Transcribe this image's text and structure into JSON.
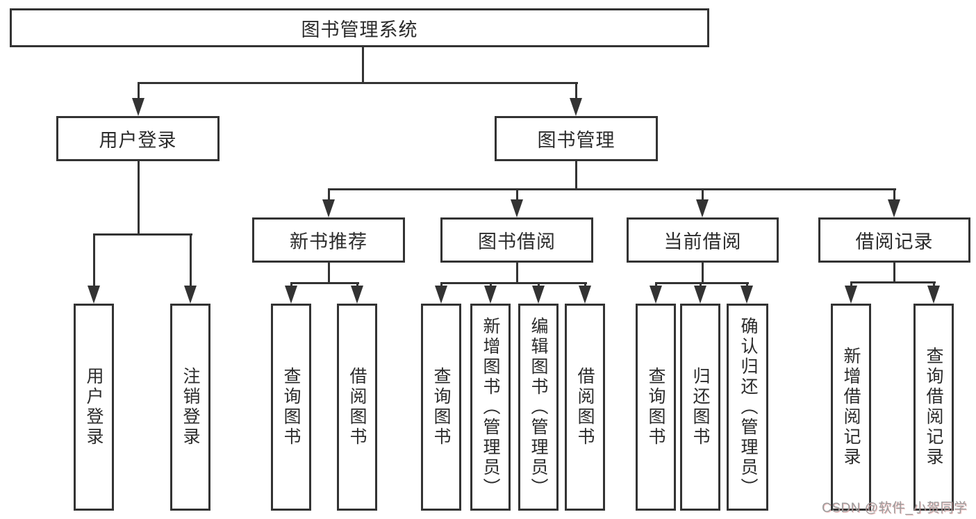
{
  "tree": {
    "label": "图书管理系统",
    "children": [
      {
        "label": "用户登录",
        "children": [
          {
            "label": "用户登录"
          },
          {
            "label": "注销登录"
          }
        ]
      },
      {
        "label": "图书管理",
        "children": [
          {
            "label": "新书推荐",
            "children": [
              {
                "label": "查询图书"
              },
              {
                "label": "借阅图书"
              }
            ]
          },
          {
            "label": "图书借阅",
            "children": [
              {
                "label": "查询图书"
              },
              {
                "label": "新增图书（管理员）"
              },
              {
                "label": "编辑图书（管理员）"
              },
              {
                "label": "借阅图书"
              }
            ]
          },
          {
            "label": "当前借阅",
            "children": [
              {
                "label": "查询图书"
              },
              {
                "label": "归还图书"
              },
              {
                "label": "确认归还（管理员）"
              }
            ]
          },
          {
            "label": "借阅记录",
            "children": [
              {
                "label": "新增借阅记录"
              },
              {
                "label": "查询借阅记录"
              }
            ]
          }
        ]
      }
    ]
  },
  "watermark": "CSDN @软件_小贺同学",
  "colors": {
    "line": "#333333",
    "text": "#2b2b2b",
    "background": "#ffffff",
    "watermark_text": "#9c9c9c"
  }
}
